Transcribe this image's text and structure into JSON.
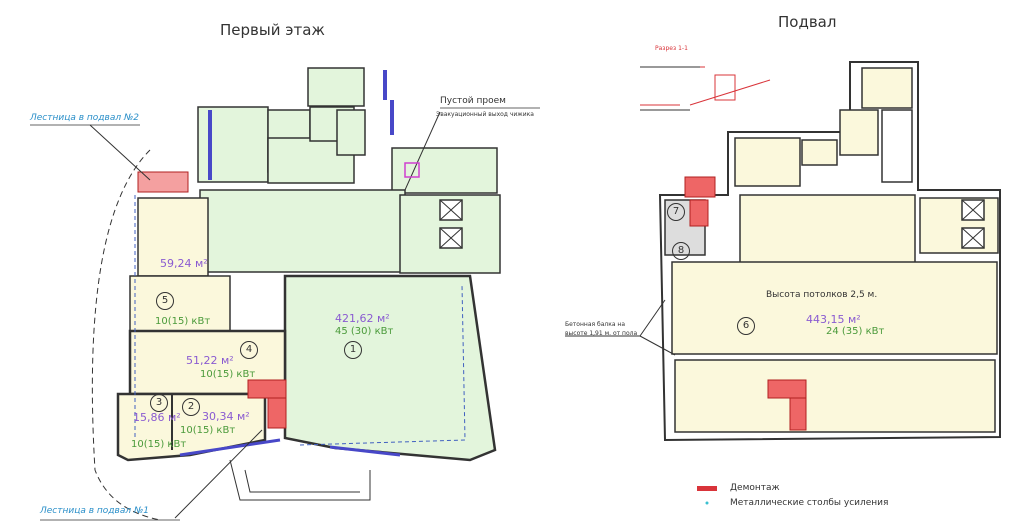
{
  "first_floor": {
    "title": "Первый этаж",
    "stair_2_label": "Лестница в подвал №2",
    "stair_1_label": "Лестница в подвал №1",
    "empty_opening_label": "Пустой проем",
    "empty_opening_note": "Эвакуационный выход чижика",
    "rooms": [
      {
        "number": "1",
        "area": "421,62 м²",
        "power": "45 (30) кВт"
      },
      {
        "number": "2",
        "area": "30,34 м²",
        "power": "10(15) кВт"
      },
      {
        "number": "3",
        "area": "15,86 м²",
        "power": "10(15) кВт"
      },
      {
        "number": "4",
        "area": "51,22 м²",
        "power": "10(15) кВт"
      },
      {
        "number": "5",
        "area": "59,24 м²",
        "power": "10(15) кВт"
      }
    ]
  },
  "basement": {
    "title": "Подвал",
    "section_label": "Разрез 1-1",
    "ceiling_height": "Высота потолков 2,5 м.",
    "beam_note_line1": "Бетонная балка на",
    "beam_note_line2": "высоте 1,91 м. от пола",
    "rooms": [
      {
        "number": "6",
        "area": "443,15 м²",
        "power": "24 (35) кВт"
      },
      {
        "number": "7"
      },
      {
        "number": "8"
      }
    ]
  },
  "legend": {
    "items": [
      {
        "label": "Демонтаж",
        "color": "#d9343a"
      },
      {
        "label": "Металлические столбы усиления",
        "color": "#3ac0d0"
      }
    ]
  },
  "colors": {
    "green_fill": "#e3f5dc",
    "yellow_fill": "#fbf8dc",
    "wall": "#333333",
    "demolition": "#d9343a",
    "window": "#4848c8"
  }
}
